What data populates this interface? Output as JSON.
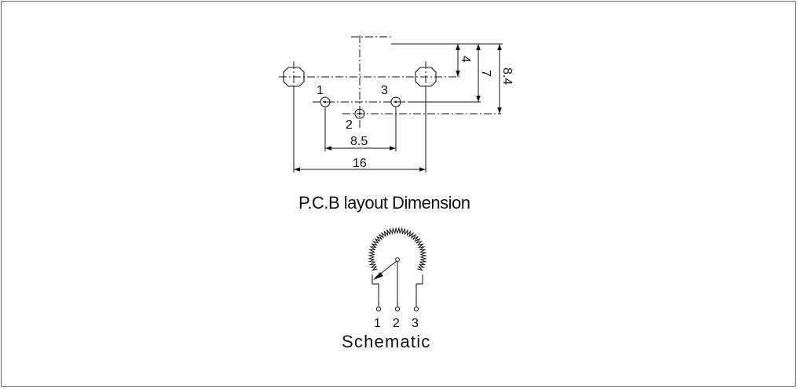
{
  "pcb": {
    "caption": "P.C.B layout Dimension",
    "pins": {
      "p1": "1",
      "p2": "2",
      "p3": "3"
    },
    "dimensions": {
      "d4": "4",
      "d7": "7",
      "d84": "8.4",
      "d85": "8.5",
      "d16": "16"
    }
  },
  "schematic": {
    "caption": "Schematic",
    "pins": {
      "p1": "1",
      "p2": "2",
      "p3": "3"
    }
  },
  "colors": {
    "line": "#111111",
    "frame": "#6a6a6a",
    "background": "#ffffff"
  }
}
